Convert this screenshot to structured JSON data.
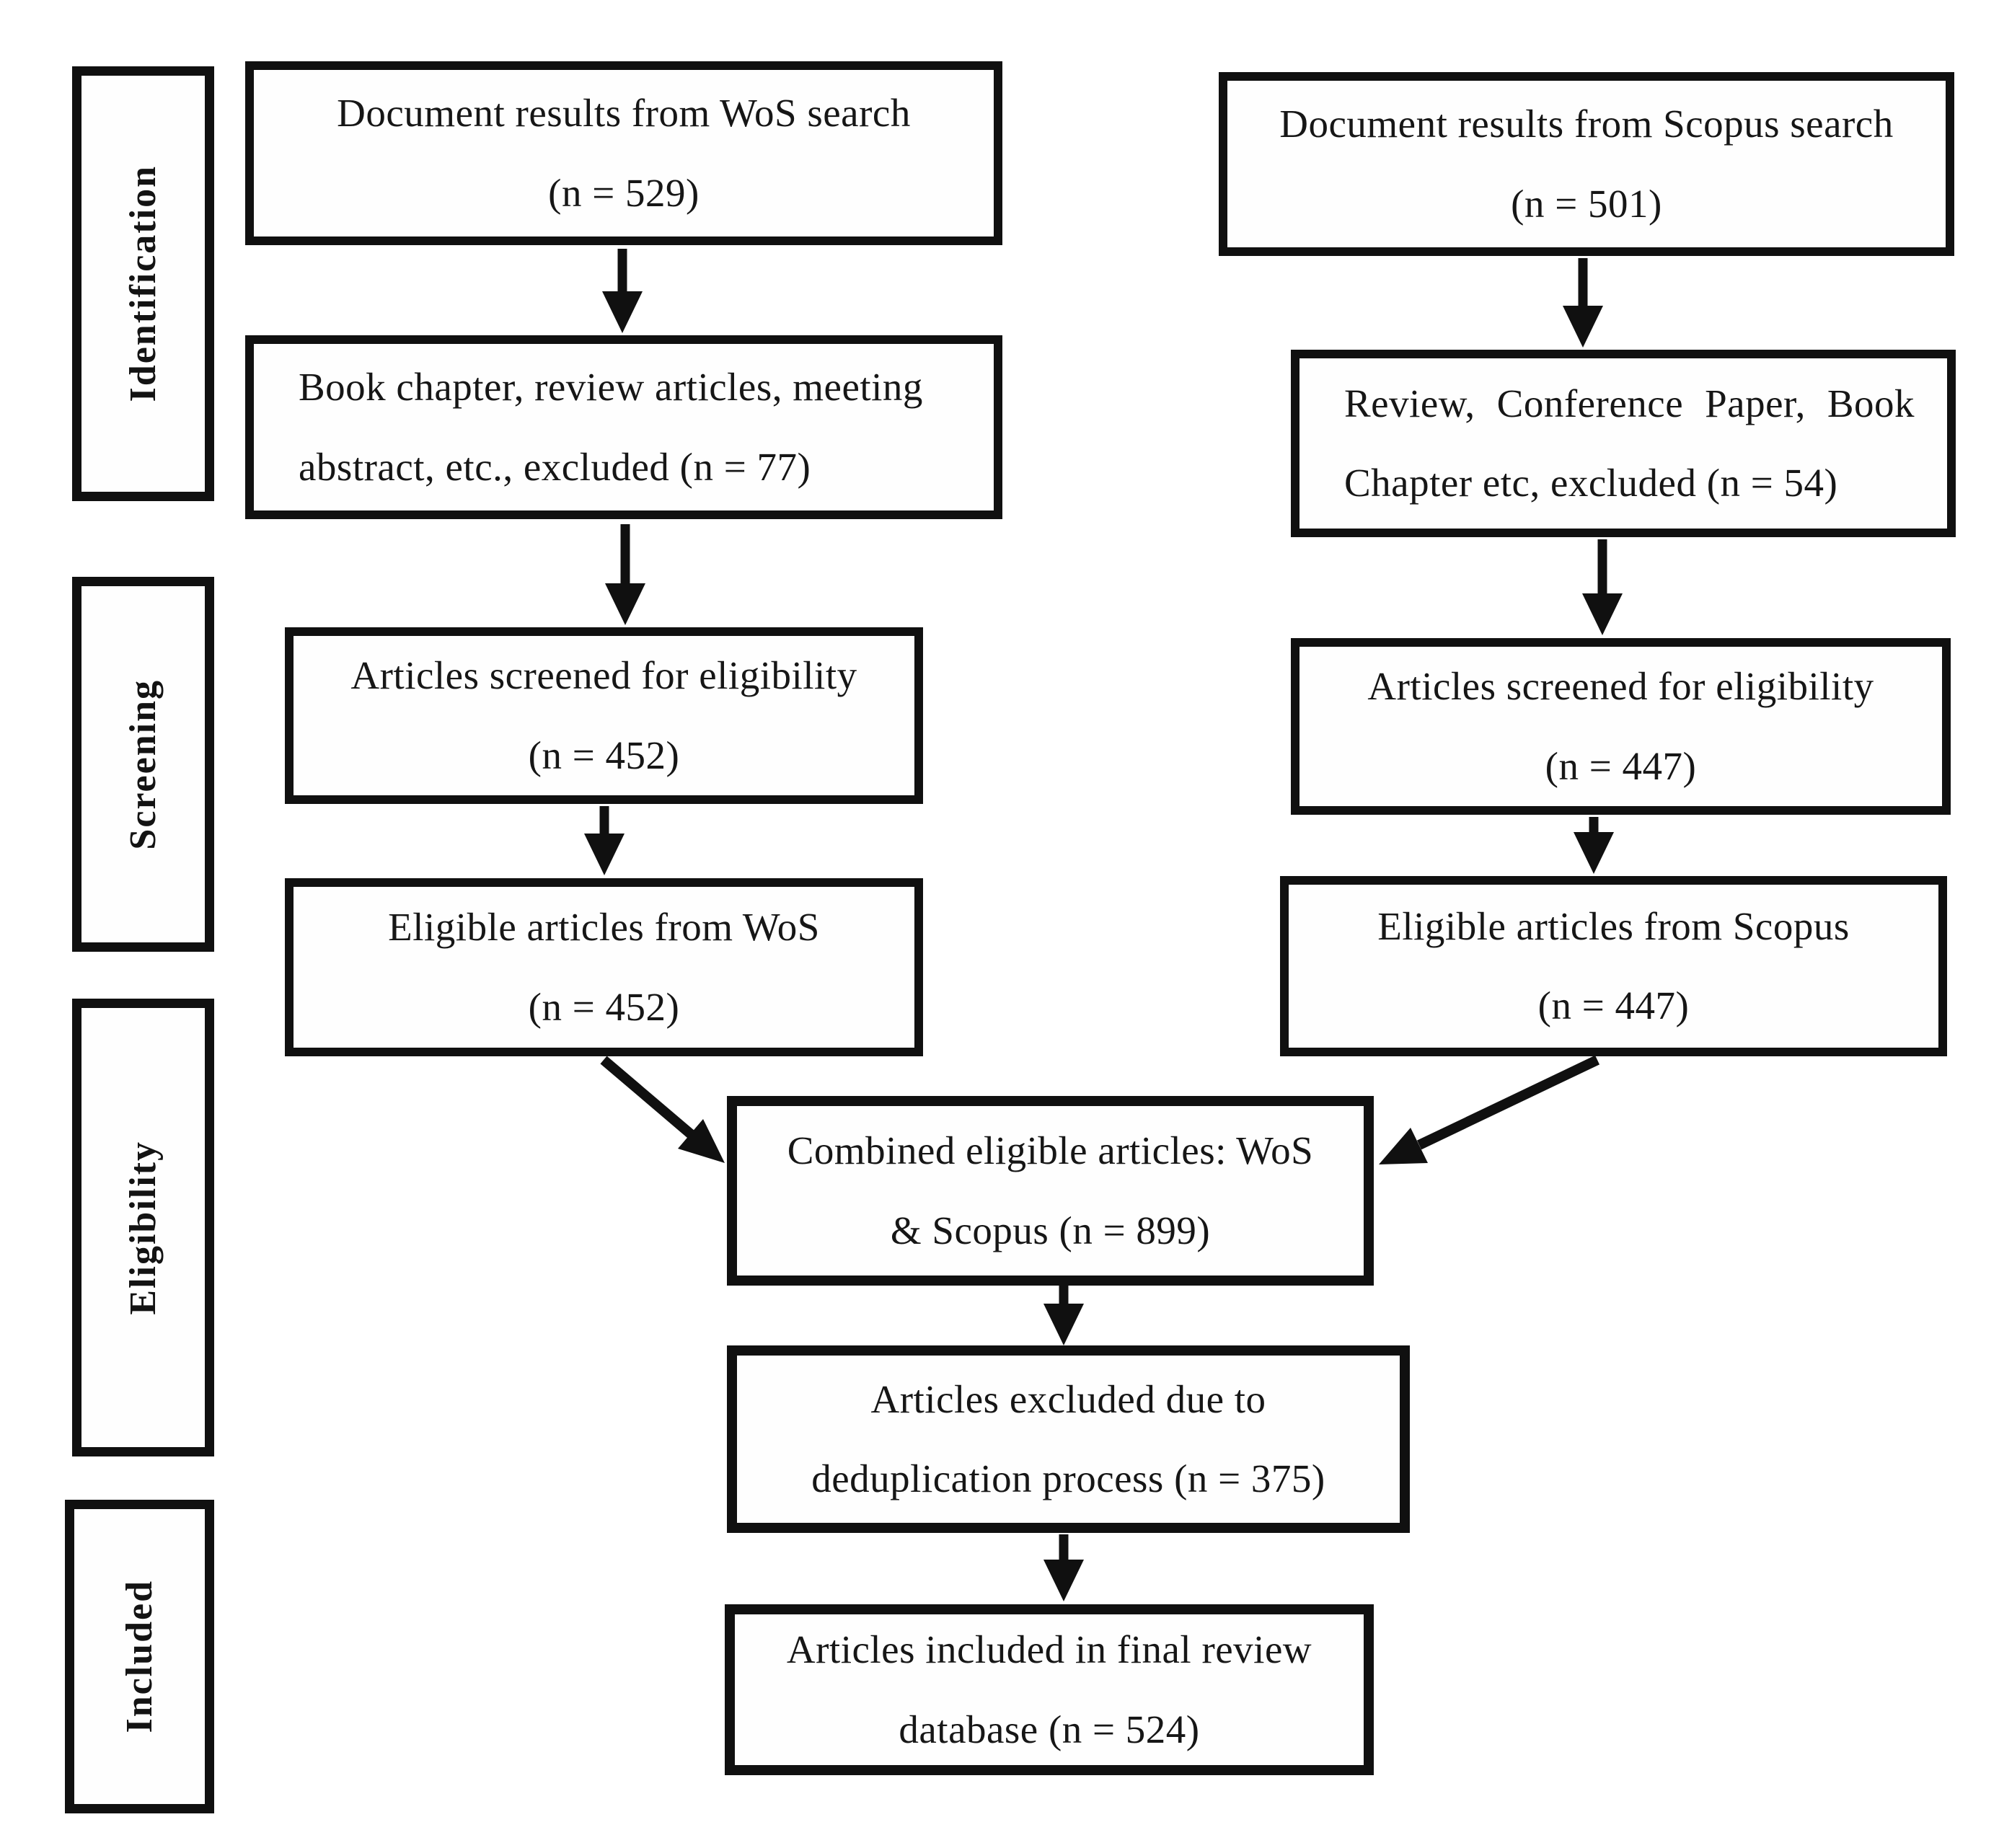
{
  "stages": [
    {
      "label": "Identification"
    },
    {
      "label": "Screening"
    },
    {
      "label": "Eligibility"
    },
    {
      "label": "Included"
    }
  ],
  "nodes": {
    "wos_source": {
      "line1": "Document results from WoS search",
      "line2": "(n = 529)"
    },
    "wos_excluded": {
      "line1": "Book chapter, review articles, meeting",
      "line2": "abstract, etc., excluded (n = 77)"
    },
    "wos_screened": {
      "line1": "Articles screened for eligibility",
      "line2": "(n = 452)"
    },
    "wos_eligible": {
      "line1": "Eligible articles from WoS",
      "line2": "(n = 452)"
    },
    "scopus_source": {
      "line1": "Document results from Scopus search",
      "line2": "(n = 501)"
    },
    "scopus_excluded": {
      "line1": "Review, Conference Paper, Book",
      "line2": "Chapter etc, excluded (n = 54)"
    },
    "scopus_screened": {
      "line1": "Articles screened for eligibility",
      "line2": "(n = 447)"
    },
    "scopus_eligible": {
      "line1": "Eligible articles from Scopus",
      "line2": "(n = 447)"
    },
    "combined": {
      "line1": "Combined eligible articles: WoS",
      "line2": "& Scopus (n = 899)"
    },
    "dedup_excluded": {
      "line1": "Articles excluded due to",
      "line2": "deduplication process (n = 375)"
    },
    "final_included": {
      "line1": "Articles included in final review",
      "line2": "database (n = 524)"
    }
  },
  "counts": {
    "wos_search": 529,
    "wos_excluded": 77,
    "wos_screened": 452,
    "wos_eligible": 452,
    "scopus_search": 501,
    "scopus_excluded": 54,
    "scopus_screened": 447,
    "scopus_eligible": 447,
    "combined": 899,
    "deduplication_excluded": 375,
    "final_included": 524
  },
  "colors": {
    "ink": "#101010",
    "background": "#ffffff"
  }
}
